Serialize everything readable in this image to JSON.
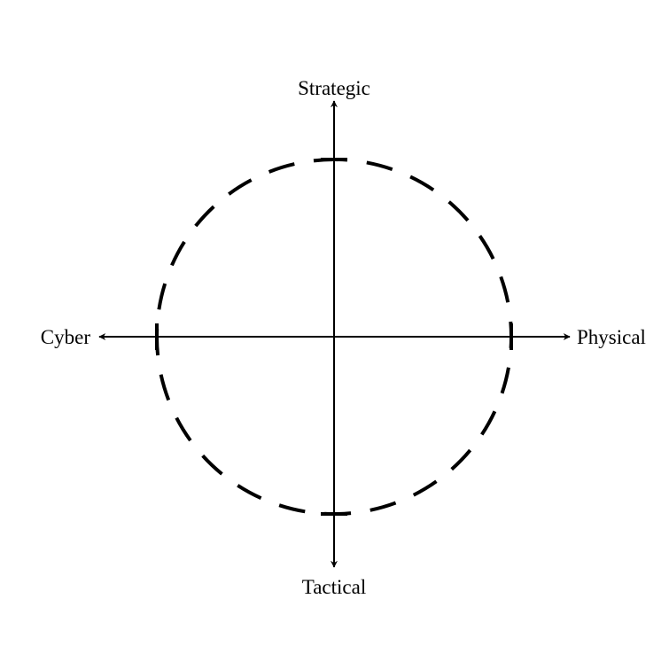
{
  "diagram": {
    "axes": {
      "top": "Strategic",
      "bottom": "Tactical",
      "left": "Cyber",
      "right": "Physical"
    },
    "circle_style": "dashed",
    "line_color": "#000000"
  }
}
